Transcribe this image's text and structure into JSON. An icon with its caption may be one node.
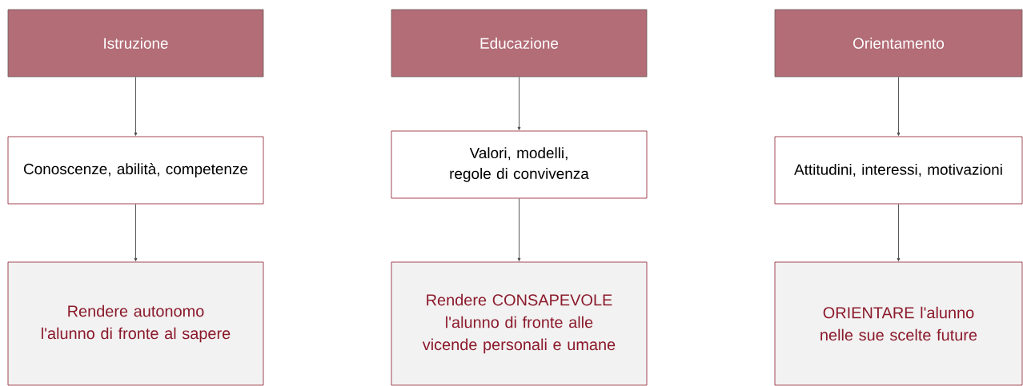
{
  "diagram": {
    "nodes": [
      {
        "text": [
          "Istruzione"
        ]
      },
      {
        "text": [
          "Conoscenze, abilità, competenze"
        ]
      },
      {
        "text": [
          "Rendere autonomo l'alunno di fronte al sapere"
        ]
      },
      {
        "text": [
          "Educazione"
        ]
      },
      {
        "text": [
          "Valori, modelli, regole di convivenza"
        ]
      },
      {
        "text": [
          "Rendere CONSAPEVOLE l'alunno di fronte alle vicende personali e umane"
        ]
      },
      {
        "text": [
          "Orientamento"
        ]
      },
      {
        "text": [
          "Attitudini, interessi, motivazioni"
        ]
      },
      {
        "text": [
          "ORIENTARE l'alunno nelle sue scelte future"
        ]
      }
    ],
    "edges": [
      {
        "from": 0,
        "to": 1,
        "arrow": "to"
      },
      {
        "from": 1,
        "to": 2,
        "arrow": "to"
      },
      {
        "from": 3,
        "to": 4,
        "arrow": "to"
      },
      {
        "from": 4,
        "to": 5,
        "arrow": "to"
      },
      {
        "from": 6,
        "to": 7,
        "arrow": "to"
      },
      {
        "from": 7,
        "to": 8,
        "arrow": "to"
      }
    ]
  }
}
